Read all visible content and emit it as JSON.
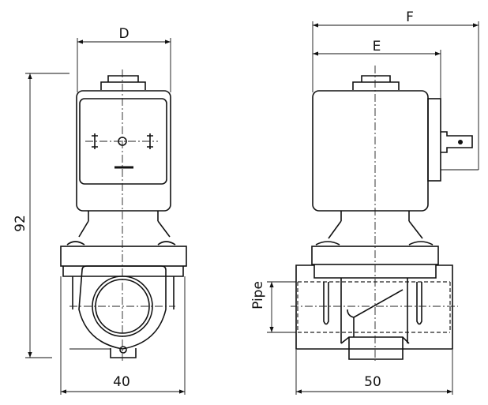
{
  "labels": {
    "d": "D",
    "e": "E",
    "f": "F",
    "height": "92",
    "pipe": "Pipe",
    "width_front": "40",
    "width_side": "50"
  },
  "colors": {
    "line": "#111111",
    "background": "#ffffff"
  }
}
